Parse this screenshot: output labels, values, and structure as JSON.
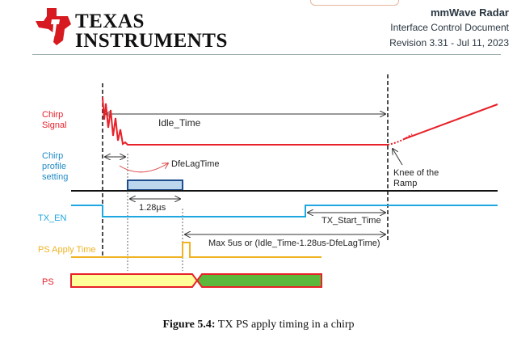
{
  "header": {
    "logo_line1": "Texas",
    "logo_line2": "Instruments",
    "product": "mmWave Radar",
    "doc_title": "Interface Control Document",
    "revision": "Revision 3.31 - Jul 11, 2023"
  },
  "diagram": {
    "labels": {
      "chirp_signal_1": "Chirp",
      "chirp_signal_2": "Signal",
      "profile_1": "Chirp",
      "profile_2": "profile",
      "profile_3": "setting",
      "tx_en": "TX_EN",
      "ps_apply": "PS Apply Time",
      "ps": "PS"
    },
    "annotations": {
      "idle_time": "Idle_Time",
      "dfe_lag": "DfeLagTime",
      "block_time": "1.28µs",
      "knee_1": "Knee of the",
      "knee_2": "Ramp",
      "tx_start": "TX_Start_Time",
      "max_time": "Max 5us or (Idle_Time-1.28us-DfeLagTime)"
    },
    "colors": {
      "chirp": "#e8212a",
      "profile_label": "#1f8bc7",
      "tx_en": "#1ea7e0",
      "ps_apply": "#f0b323",
      "ps_label": "#e8212a",
      "ps_yellow": "#ffff99",
      "ps_green": "#5cb83c",
      "block_fill": "#bcd6ee",
      "block_stroke": "#1f4e8c"
    }
  },
  "caption": {
    "label": "Figure 5.4:",
    "text": "TX PS apply timing in a chirp"
  }
}
